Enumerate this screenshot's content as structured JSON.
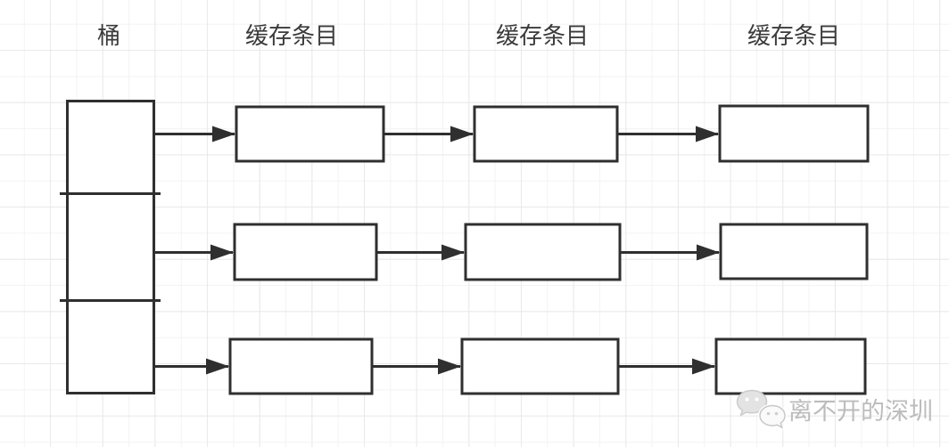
{
  "diagram": {
    "title_labels": {
      "bucket": "桶",
      "entry1": "缓存条目",
      "entry2": "缓存条目",
      "entry3": "缓存条目"
    },
    "structure": {
      "bucket_cells": 3,
      "rows": 3,
      "entries_per_row": 3
    },
    "watermark": {
      "text": "离不开的深圳",
      "icon": "wechat-chat-bubbles-icon"
    },
    "colors": {
      "shape_stroke": "#2f2f2f",
      "shape_fill": "#ffffff",
      "label_text": "#3b3b3b",
      "grid_minor": "#f3f3f3",
      "grid_major": "#e9e9e9",
      "background": "#ffffff",
      "watermark_text": "#bcbcbc"
    }
  }
}
